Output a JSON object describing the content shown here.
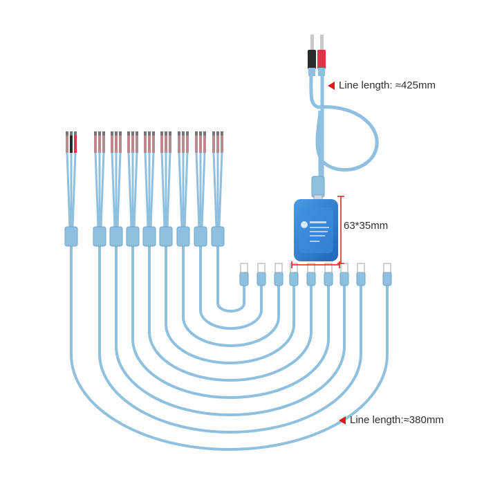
{
  "callouts": {
    "top_length": "Line length: ≈425mm",
    "bottom_length": "Line length:≈380mm",
    "box_size": "63*35mm"
  },
  "colors": {
    "cable": "#8fc0e0",
    "cable_edge": "#6ea6cc",
    "box": "#2f7fd4",
    "accent_red": "#e01818",
    "plug_red": "#e2324a",
    "plug_black": "#2a2a2a"
  }
}
